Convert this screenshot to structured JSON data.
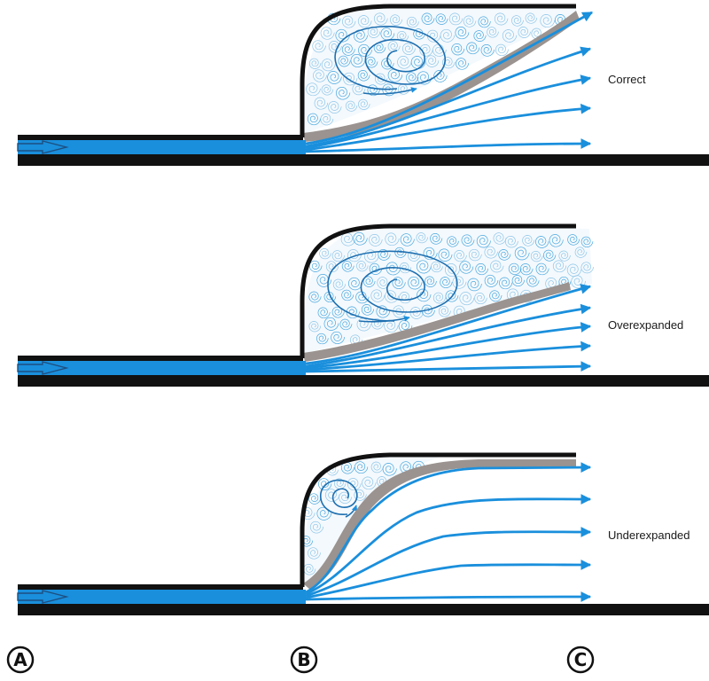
{
  "colors": {
    "wall": "#111111",
    "flow": "#1a8fdc",
    "flow_dark": "#1d6fb0",
    "boundary_layer": "#9a9390",
    "eddy": "#4aa8df",
    "eddy_light": "#8fc6e8"
  },
  "panels": [
    {
      "id": "correct",
      "label": "Correct",
      "arrow_count": 5
    },
    {
      "id": "overexpanded",
      "label": "Overexpanded",
      "arrow_count": 5
    },
    {
      "id": "underexpanded",
      "label": "Underexpanded",
      "arrow_count": 5
    }
  ],
  "stations": [
    {
      "id": "A",
      "label": "A"
    },
    {
      "id": "B",
      "label": "B"
    },
    {
      "id": "C",
      "label": "C"
    }
  ]
}
